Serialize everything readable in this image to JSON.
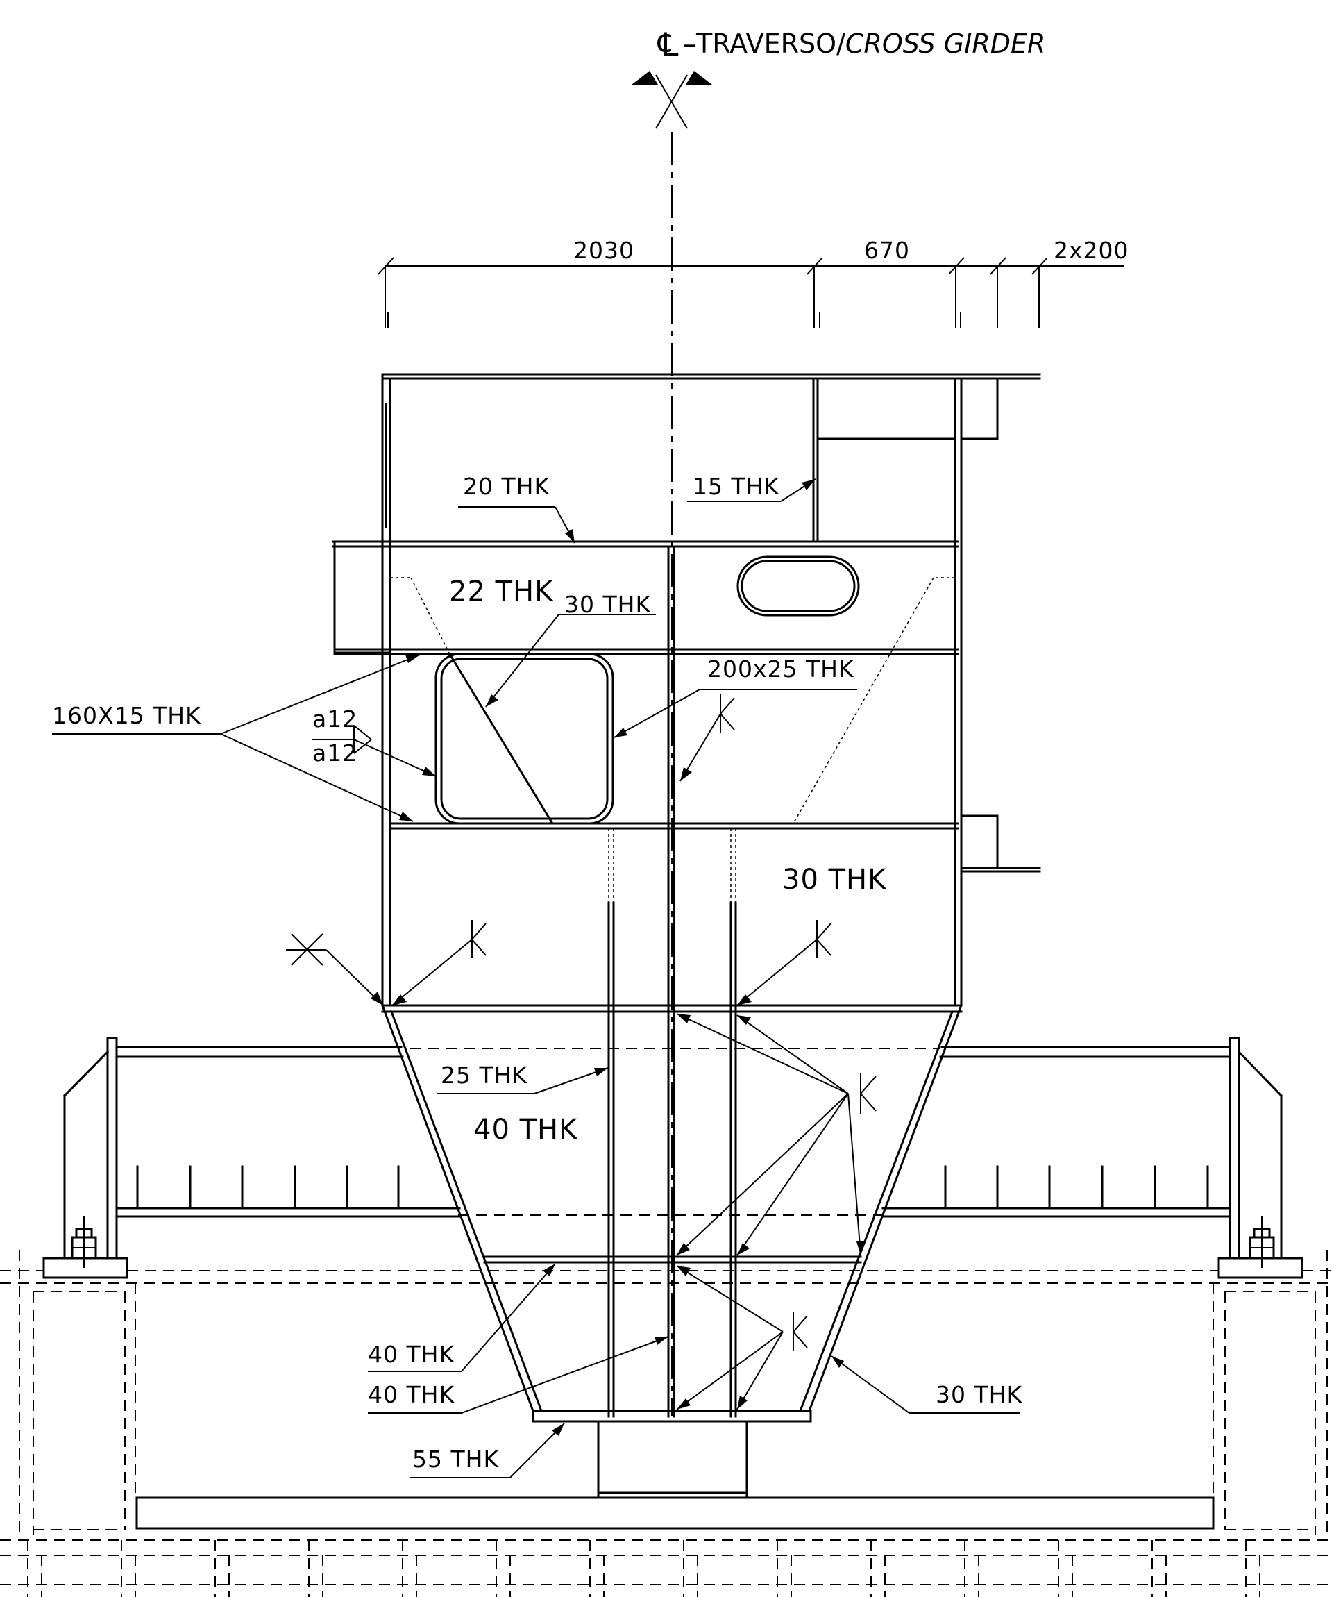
{
  "title": {
    "centerline_symbol": "℄",
    "prefix": "–TRAVERSO/",
    "italic_part": "CROSS GIRDER"
  },
  "dimensions": {
    "d1": "2030",
    "d2": "670",
    "d3": "2x200"
  },
  "labels": {
    "plate_20": "20 THK",
    "plate_15": "15 THK",
    "plate_22": "22 THK",
    "plate_30_diag": "30 THK",
    "plate_200x25": "200x25 THK",
    "plate_160x15": "160X15 THK",
    "weld_a12_top": "a12",
    "weld_a12_bottom": "a12",
    "plate_30_right": "30 THK",
    "plate_25": "25 THK",
    "plate_40_big": "40 THK",
    "plate_40_a": "40 THK",
    "plate_40_b": "40 THK",
    "plate_30_bottom": "30 THK",
    "plate_55": "55 THK"
  }
}
